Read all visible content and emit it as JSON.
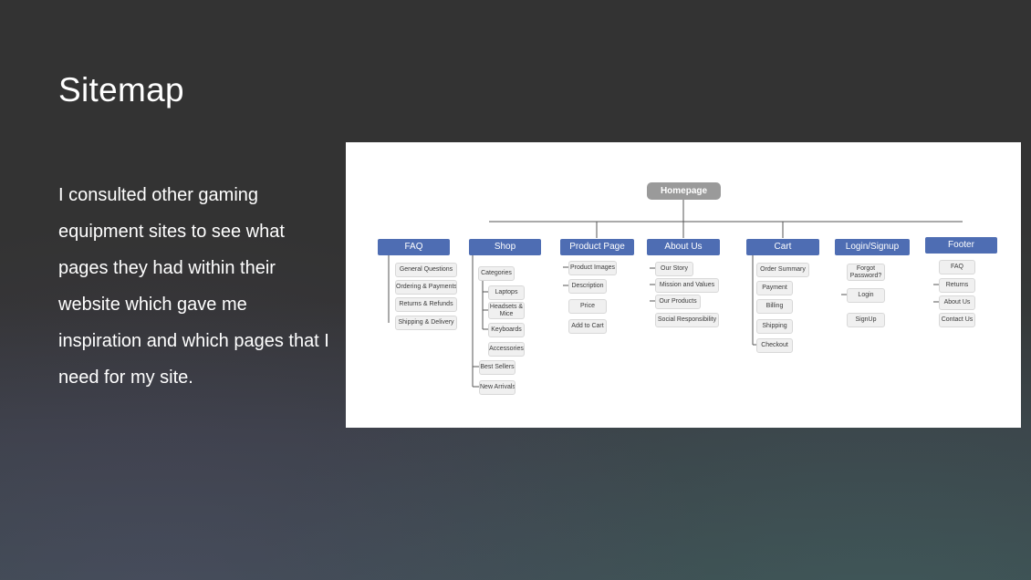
{
  "slide": {
    "title": "Sitemap",
    "body": "I consulted other gaming equipment sites to see what pages they had within their website which gave me inspiration and which pages that I need for my site."
  },
  "sitemap": {
    "root": "Homepage",
    "sections": {
      "faq": {
        "label": "FAQ",
        "items": [
          "General Questions",
          "Ordering & Payments",
          "Returns & Refunds",
          "Shipping & Delivery"
        ]
      },
      "shop": {
        "label": "Shop",
        "categories": "Categories",
        "subitems": [
          "Laptops",
          "Headsets & Mice",
          "Keyboards",
          "Accessories"
        ],
        "items": [
          "Best Sellers",
          "New Arrivals"
        ]
      },
      "product": {
        "label": "Product Page",
        "items": [
          "Product Images",
          "Description",
          "Price",
          "Add to Cart"
        ]
      },
      "about": {
        "label": "About Us",
        "items": [
          "Our Story",
          "Mission and Values",
          "Our Products",
          "Social Responsibility"
        ]
      },
      "cart": {
        "label": "Cart",
        "items": [
          "Order Summary",
          "Payment",
          "Billing",
          "Shipping",
          "Checkout"
        ]
      },
      "login": {
        "label": "Login/Signup",
        "items": [
          "Forgot Password?",
          "Login",
          "SignUp"
        ]
      },
      "footer": {
        "label": "Footer",
        "items": [
          "FAQ",
          "Returns",
          "About Us",
          "Contact Us"
        ]
      }
    }
  },
  "colors": {
    "background": "#333333",
    "header_blue": "#4e6db3",
    "root_gray": "#9a9a9a",
    "pill_fill": "#f0f0f0"
  }
}
